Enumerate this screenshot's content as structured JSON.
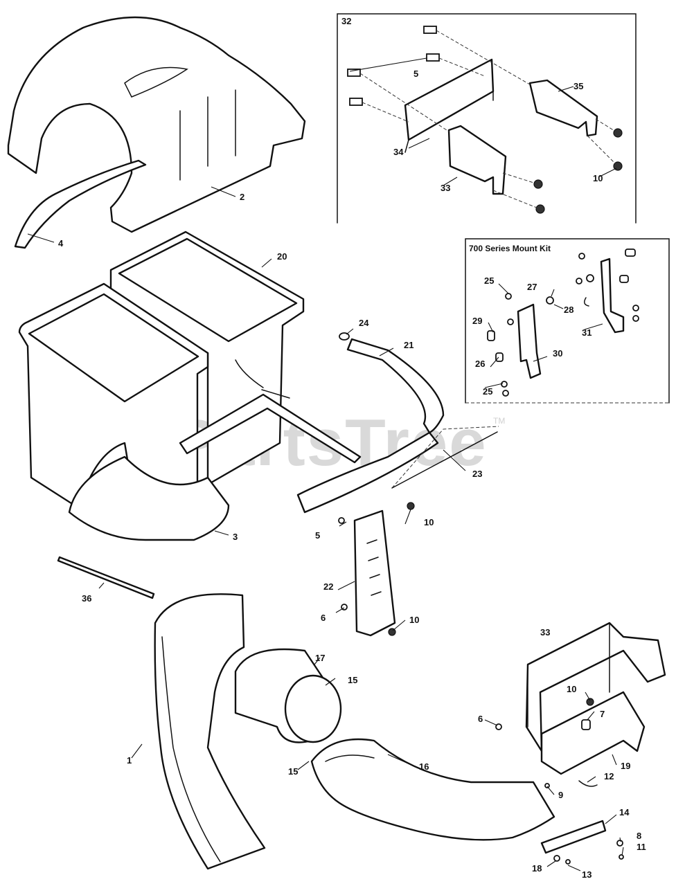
{
  "watermark": {
    "text": "PartsTree",
    "trademark": "TM"
  },
  "inset_top": {
    "label": "32"
  },
  "inset_kit": {
    "title": "700 Series Mount Kit"
  },
  "callouts": {
    "c1": "1",
    "c2": "2",
    "c3": "3",
    "c4": "4",
    "c5a": "5",
    "c5b": "5",
    "c6a": "6",
    "c6b": "6",
    "c7": "7",
    "c8": "8",
    "c9": "9",
    "c10a": "10",
    "c10b": "10",
    "c10c": "10",
    "c10d": "10",
    "c11": "11",
    "c12": "12",
    "c13": "13",
    "c14": "14",
    "c15a": "15",
    "c15b": "15",
    "c16": "16",
    "c17": "17",
    "c18": "18",
    "c19": "19",
    "c20": "20",
    "c21": "21",
    "c22": "22",
    "c23": "23",
    "c24": "24",
    "c25a": "25",
    "c25b": "25",
    "c26": "26",
    "c27": "27",
    "c28": "28",
    "c29": "29",
    "c30": "30",
    "c31": "31",
    "c33a": "33",
    "c33b": "33",
    "c34": "34",
    "c35": "35",
    "c36": "36"
  }
}
